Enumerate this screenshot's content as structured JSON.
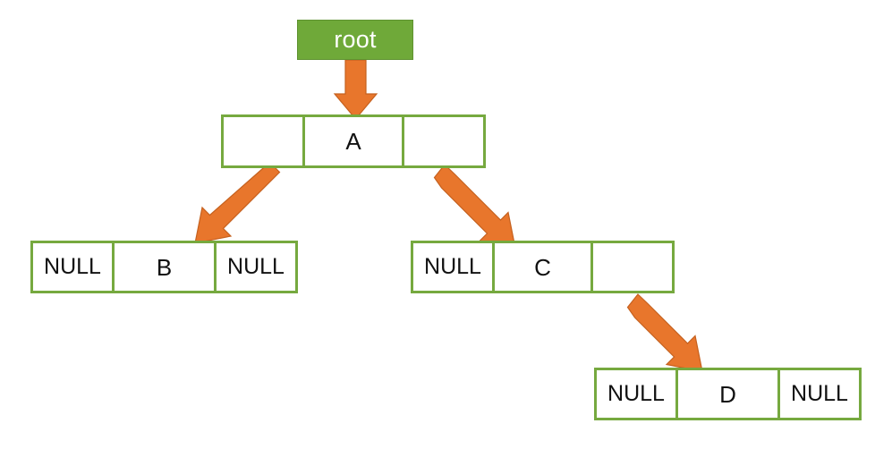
{
  "diagram": {
    "title": "binary-tree-linked-representation",
    "colors": {
      "node_border_green": "#76A93F",
      "root_fill_green": "#6FA939",
      "arrow_orange": "#E8762C",
      "arrow_outline": "#C5611F",
      "background": "#FFFFFF",
      "text": "#111111",
      "root_text": "#FFFFFF"
    },
    "root": {
      "label": "root"
    },
    "nodes": [
      {
        "id": "a",
        "left_cell": "",
        "data_cell": "A",
        "right_cell": ""
      },
      {
        "id": "b",
        "left_cell": "NULL",
        "data_cell": "B",
        "right_cell": "NULL"
      },
      {
        "id": "c",
        "left_cell": "NULL",
        "data_cell": "C",
        "right_cell": ""
      },
      {
        "id": "d",
        "left_cell": "NULL",
        "data_cell": "D",
        "right_cell": "NULL"
      }
    ],
    "arrows": [
      {
        "id": "root-to-a",
        "from": "root",
        "to": "node-a",
        "direction": "down"
      },
      {
        "id": "a-left-to-b",
        "from": "node-a-left",
        "to": "node-b",
        "direction": "down-left"
      },
      {
        "id": "a-right-to-c",
        "from": "node-a-right",
        "to": "node-c",
        "direction": "down-right"
      },
      {
        "id": "c-right-to-d",
        "from": "node-c-right",
        "to": "node-d",
        "direction": "down-right"
      }
    ]
  }
}
